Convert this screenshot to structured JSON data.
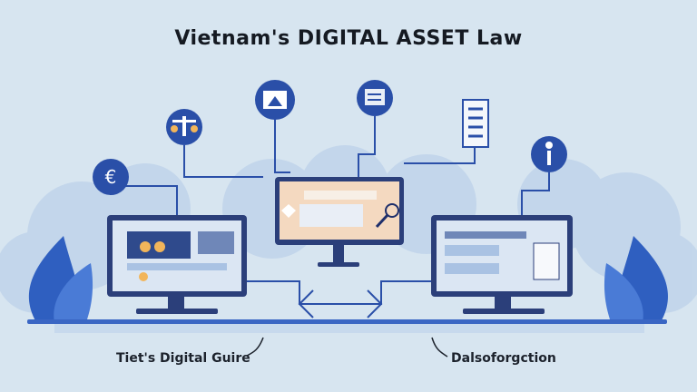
{
  "title": "Vietnam's DIGITAL ASSET Law",
  "labels": {
    "left": "Tiet's Digital Guire",
    "right": "Dalsoforgction"
  },
  "colors": {
    "background": "#d7e5f0",
    "primary_blue": "#2a4fa8",
    "dark_navy": "#1e2f6b",
    "light_blue": "#a9c2e3",
    "accent_orange": "#f2b55a"
  },
  "icons": [
    "euro-icon",
    "balance-scale-icon",
    "image-upload-icon",
    "document-icon",
    "report-sheet-icon",
    "info-icon"
  ]
}
